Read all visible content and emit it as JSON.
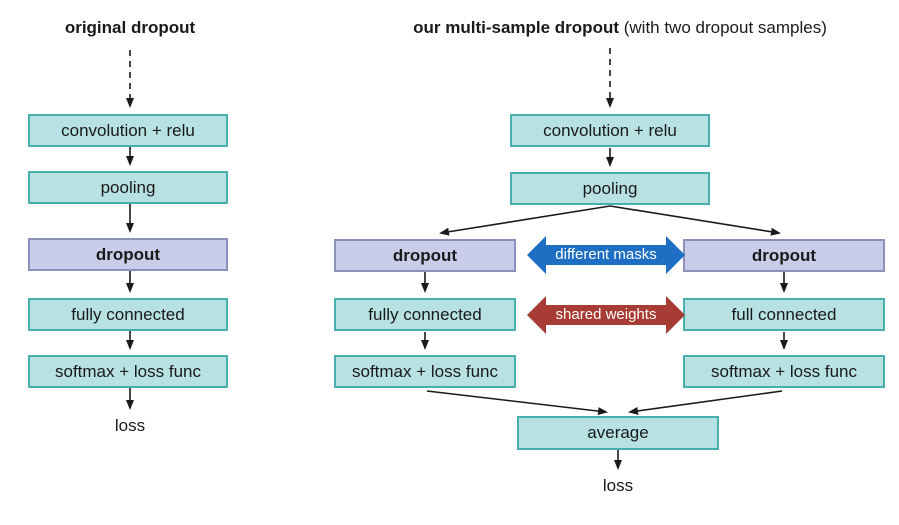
{
  "colors": {
    "box-fill": "#b7e1e3",
    "box-border": "#47b0ae",
    "dropout-fill": "#cacdea",
    "dropout-border": "#8b90bb",
    "masks-arrow": "#1e6ec4",
    "weights-arrow": "#a63c33",
    "ink": "#1a1a1a",
    "bg": "#ffffff"
  },
  "left_diagram": {
    "title": "original dropout",
    "nodes": [
      {
        "label": "convolution + relu"
      },
      {
        "label": "pooling"
      },
      {
        "label": "dropout"
      },
      {
        "label": "fully connected"
      },
      {
        "label": "softmax + loss func"
      }
    ],
    "output_label": "loss"
  },
  "right_diagram": {
    "title_bold": "our multi-sample dropout",
    "title_rest": " (with two dropout samples)",
    "shared_nodes": [
      {
        "label": "convolution + relu"
      },
      {
        "label": "pooling"
      }
    ],
    "branch_left": [
      {
        "label": "dropout"
      },
      {
        "label": "fully connected"
      },
      {
        "label": "softmax + loss func"
      }
    ],
    "branch_right": [
      {
        "label": "dropout"
      },
      {
        "label": "full connected"
      },
      {
        "label": "softmax + loss func"
      }
    ],
    "connector_labels": {
      "masks": "different masks",
      "weights": "shared weights"
    },
    "average_label": "average",
    "output_label": "loss"
  }
}
